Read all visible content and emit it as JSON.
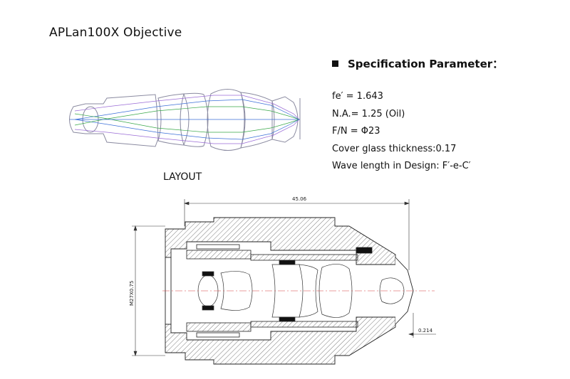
{
  "title": "APLan100X Objective",
  "spec": {
    "heading": "Specification Parameter：",
    "items": [
      "fe′ = 1.643",
      "N.A.= 1.25 (Oil)",
      "F/N = Φ23",
      "Cover glass thickness:0.17",
      "Wave length in Design: F′-e-C′"
    ]
  },
  "layout_label": "LAYOUT",
  "drawing": {
    "length_dim": "45.06",
    "thread_dim": "M27X0.75",
    "gap_dim": "0.214"
  },
  "colors": {
    "ray_blue": "#3b6fd8",
    "ray_green": "#3aa84a",
    "ray_purple": "#9a6bd6",
    "lens_outline": "#8a8aa0",
    "axis_red": "#d23b3b"
  }
}
